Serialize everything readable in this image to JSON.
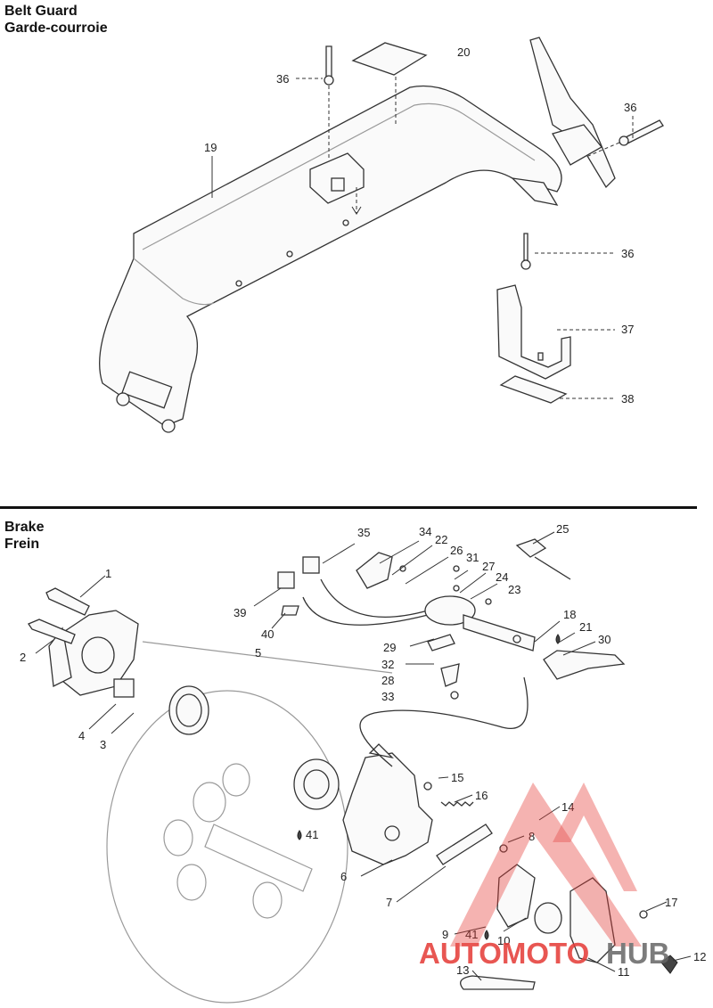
{
  "sections": {
    "belt_guard": {
      "title_en": "Belt Guard",
      "title_fr": "Garde-courroie"
    },
    "brake": {
      "title_en": "Brake",
      "title_fr": "Frein"
    }
  },
  "callouts": {
    "c1": "1",
    "c2": "2",
    "c3": "3",
    "c4": "4",
    "c5": "5",
    "c6": "6",
    "c7": "7",
    "c8": "8",
    "c9": "9",
    "c10": "10",
    "c11": "11",
    "c12": "12",
    "c13": "13",
    "c14": "14",
    "c15": "15",
    "c16": "16",
    "c17": "17",
    "c18": "18",
    "c19": "19",
    "c20": "20",
    "c21": "21",
    "c22": "22",
    "c23": "23",
    "c24": "24",
    "c25": "25",
    "c26": "26",
    "c27": "27",
    "c28": "28",
    "c29": "29",
    "c30": "30",
    "c31": "31",
    "c32": "32",
    "c33": "33",
    "c34": "34",
    "c35": "35",
    "c36a": "36",
    "c36b": "36",
    "c36c": "36",
    "c37": "37",
    "c38": "38",
    "c39": "39",
    "c40": "40",
    "c41a": "41",
    "c41b": "41"
  },
  "watermark": {
    "text_part1": "AUTOMOTO",
    "text_part2": "HUB",
    "color_red": "#e53935",
    "color_dark": "#555555"
  }
}
